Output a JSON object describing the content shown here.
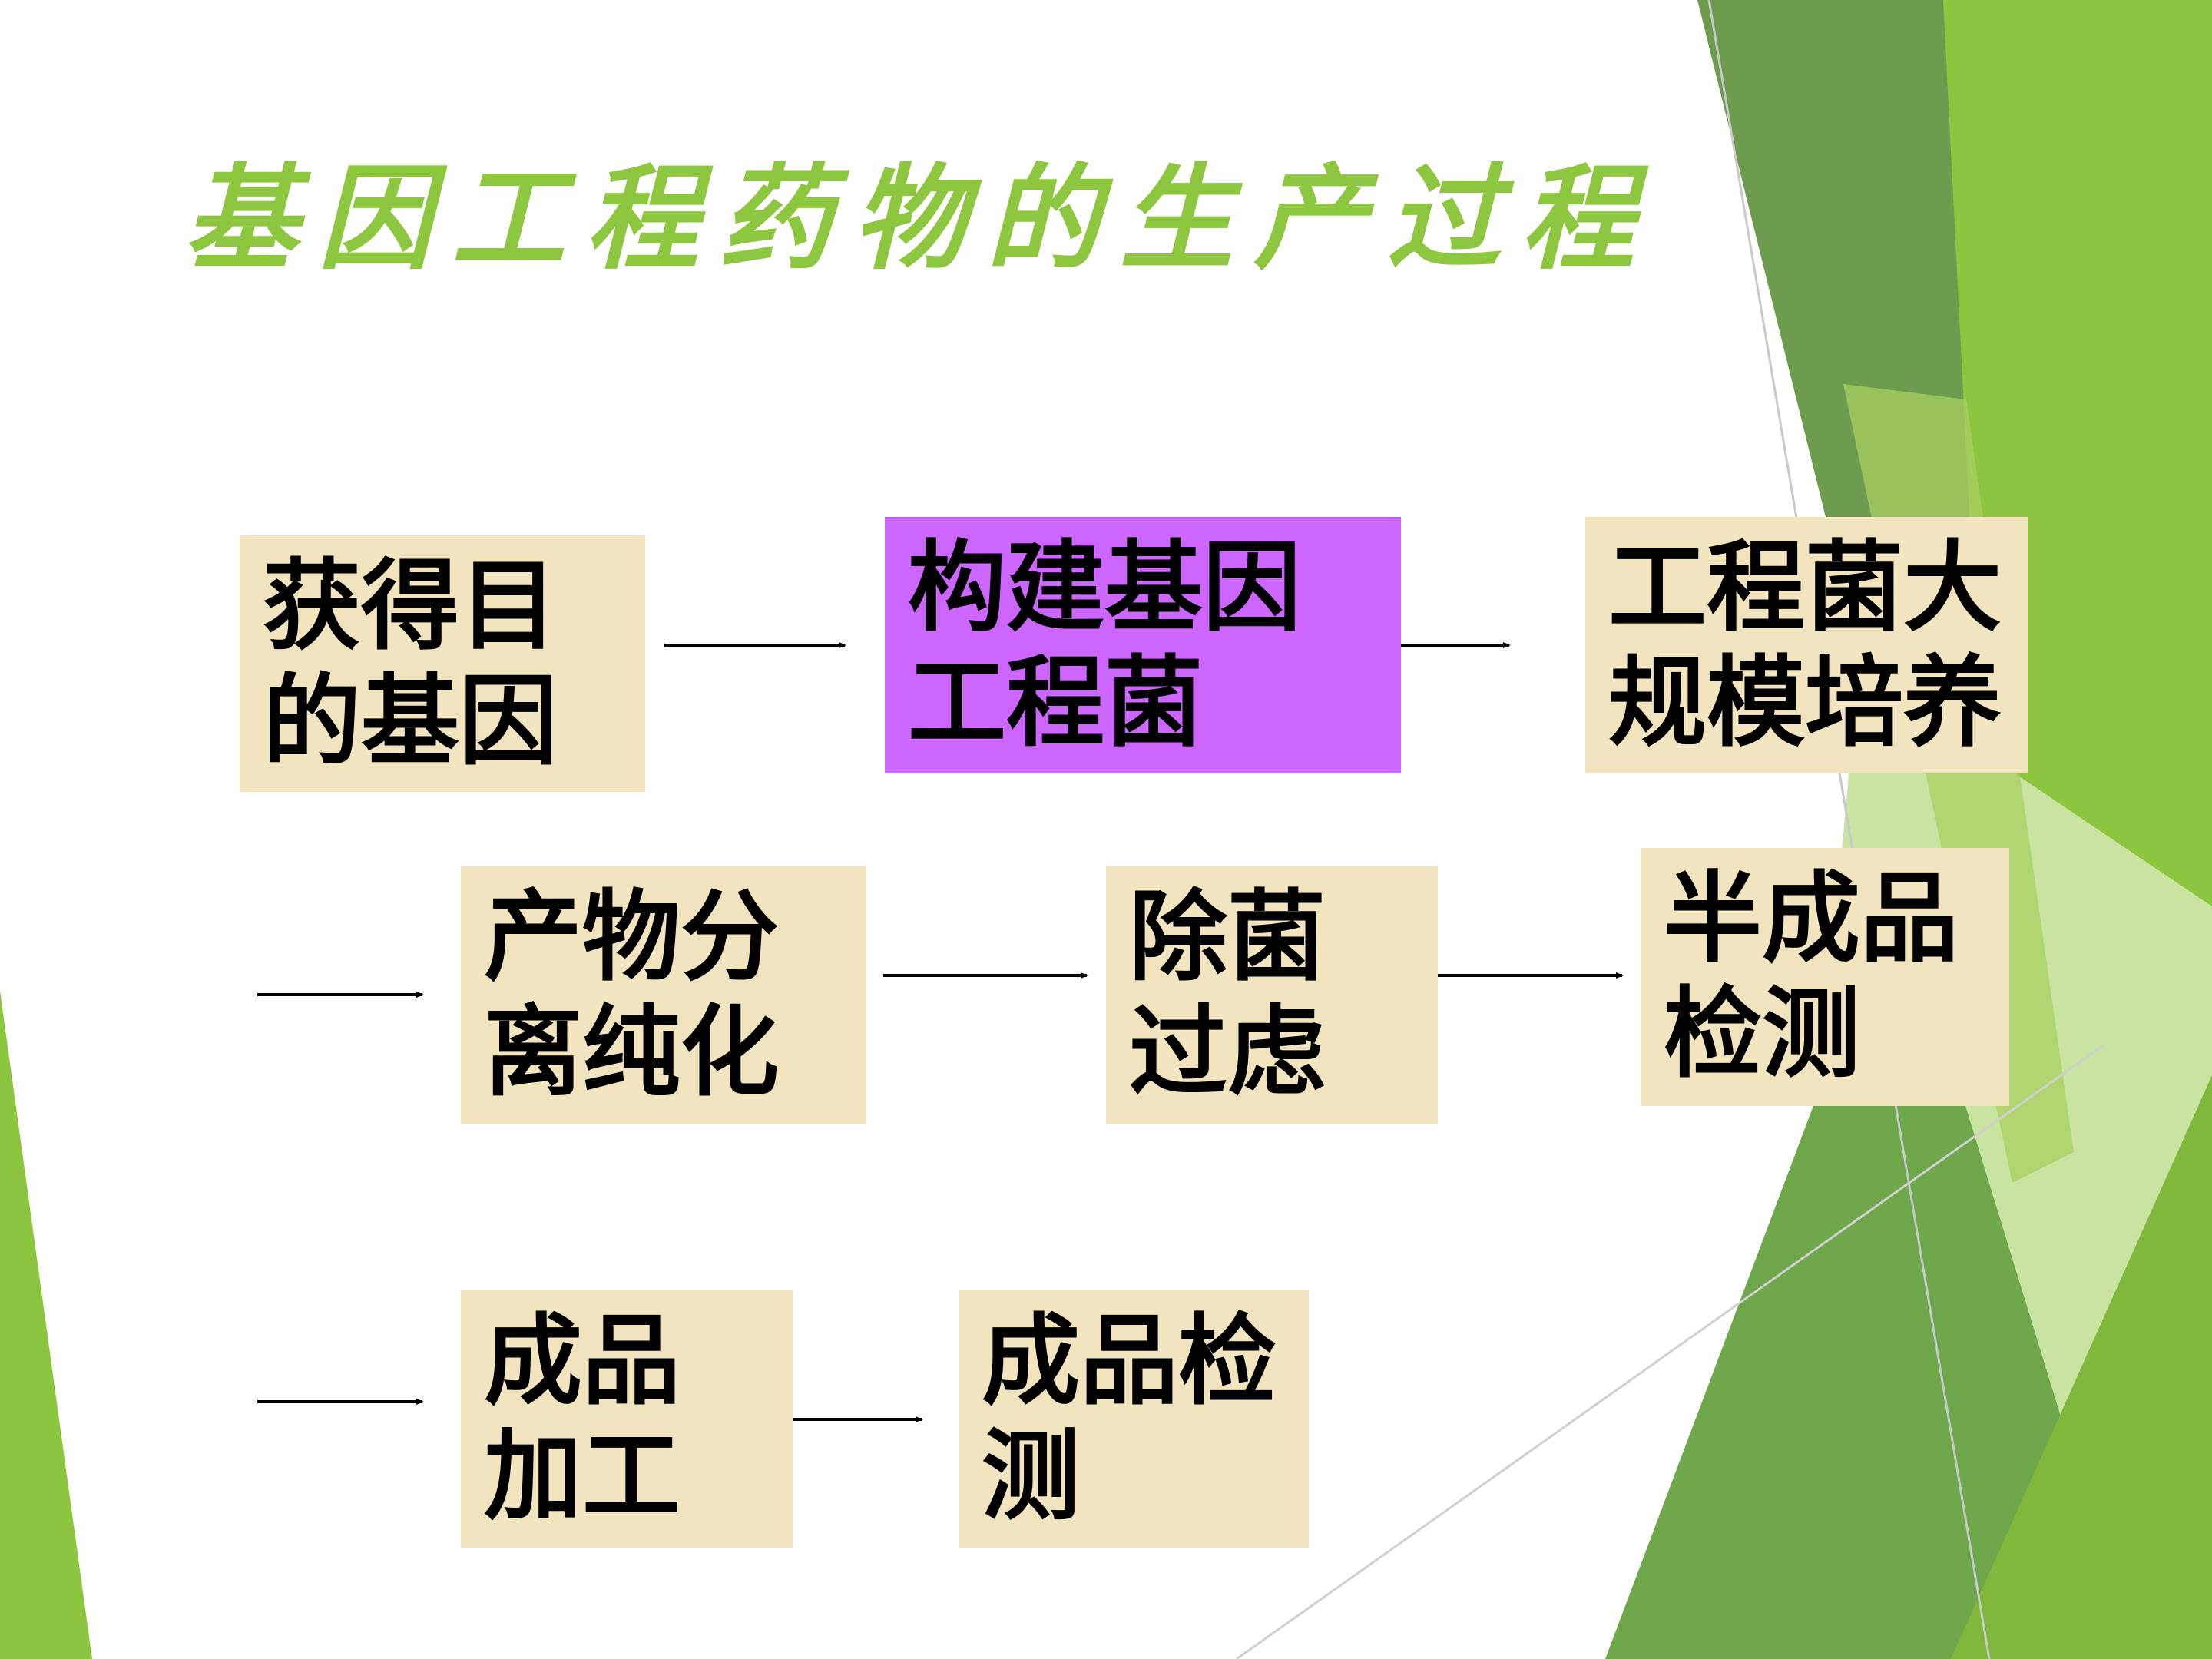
{
  "title": "基因工程药物的生产过程",
  "colors": {
    "title": "#8dc63f",
    "box_fill": "#f2e4bf",
    "highlight_fill": "#cc66ff",
    "arrow": "#000000"
  },
  "steps": [
    {
      "lines": [
        "获得目",
        "的基因"
      ]
    },
    {
      "lines": [
        "构建基因",
        "工程菌"
      ]
    },
    {
      "lines": [
        "工程菌大",
        "规模培养"
      ]
    },
    {
      "lines": [
        "产物分",
        "离纯化"
      ]
    },
    {
      "lines": [
        "除菌",
        "过虑"
      ]
    },
    {
      "lines": [
        "半成品",
        "检测"
      ]
    },
    {
      "lines": [
        "成品",
        "加工"
      ]
    },
    {
      "lines": [
        "成品检",
        "测"
      ]
    }
  ]
}
